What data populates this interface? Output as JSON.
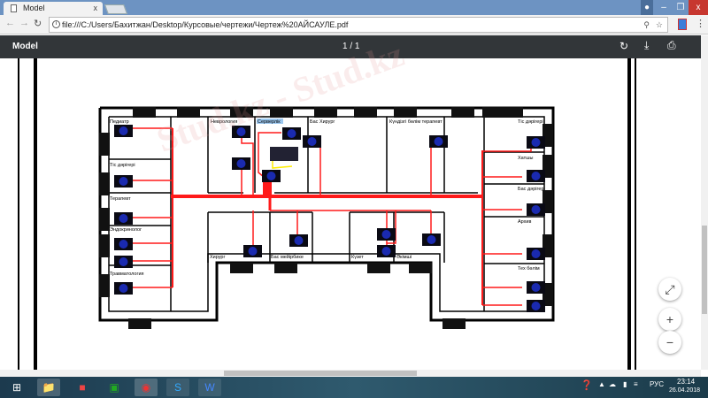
{
  "browser": {
    "tab_title": "Model",
    "tab_close": "x",
    "url": "file:///C:/Users/Бахитжан/Desktop/Курсовые/чертежи/Чертеж%20АЙСАУЛЕ.pdf"
  },
  "pdf": {
    "title": "Model",
    "page_indicator": "1 / 1"
  },
  "plan": {
    "rooms": [
      "Педиатр",
      "Тіс дәрігері",
      "Терапевт",
      "Эндокринолог",
      "Травматология",
      "Неврология",
      "Серверлік",
      "Бас Хирург",
      "Күндізгі бөлім терапевт",
      "Тіс дәрігері",
      "Хатшы",
      "Бас дәрігер",
      "Архив",
      "Тех бөлім",
      "Хирург",
      "Бас мейірбике",
      "Күзет",
      "Әкімші"
    ],
    "cable_color": "#ff1a1a",
    "link_color": "#ffee00"
  },
  "watermark": "Stud.kz - Stud.kz",
  "taskbar": {
    "lang": "РУС",
    "time": "23:14",
    "date": "26.04.2018"
  }
}
